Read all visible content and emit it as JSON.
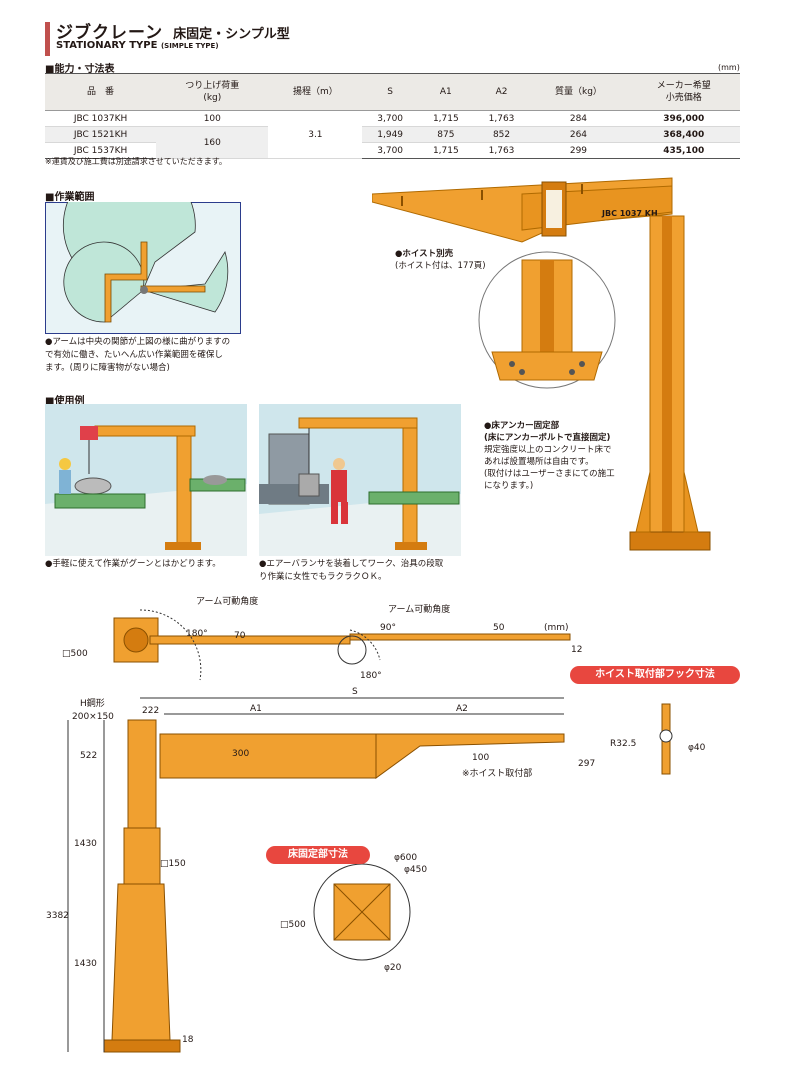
{
  "header": {
    "title_jp": "ジブクレーン",
    "subtitle_jp": "床固定・シンプル型",
    "title_en": "STATIONARY TYPE",
    "title_en_sub": "(SIMPLE TYPE)"
  },
  "spec": {
    "section_label": "■能力・寸法表",
    "unit": "(mm)",
    "headers": [
      "品　番",
      "つり上げ荷重\n(kg)",
      "揚程（m）",
      "S",
      "A1",
      "A2",
      "質量（kg）",
      "メーカー希望\n小売価格"
    ],
    "rows": [
      {
        "model": "JBC 1037KH",
        "load": "100",
        "lift": "3.1",
        "s": "3,700",
        "a1": "1,715",
        "a2": "1,763",
        "mass": "284",
        "price": "396,000"
      },
      {
        "model": "JBC 1521KH",
        "load": "160",
        "lift": "",
        "s": "1,949",
        "a1": "875",
        "a2": "852",
        "mass": "264",
        "price": "368,400"
      },
      {
        "model": "JBC 1537KH",
        "load": "",
        "lift": "",
        "s": "3,700",
        "a1": "1,715",
        "a2": "1,763",
        "mass": "299",
        "price": "435,100"
      }
    ],
    "note": "※運賃及び施工費は別途請求させていただきます。"
  },
  "work_range": {
    "section_label": "■作業範囲",
    "caption": [
      "●アームは中央の関節が上図の様に曲がりますの",
      "で有効に働き、たいへん広い作業範囲を確保し",
      "ます。(周りに障害物がない場合)"
    ]
  },
  "usage": {
    "section_label": "■使用例",
    "caption_left": "●手軽に使えて作業がグーンとはかどります。",
    "caption_right": [
      "●エアーバランサを装着してワーク、治具の段取",
      "り作業に女性でもラクラクＯＫ。"
    ]
  },
  "product": {
    "plate_label": "JBC 1037 KH",
    "hoist_title": "●ホイスト別売",
    "hoist_sub": "(ホイスト付は、177頁)",
    "anchor_title": "●床アンカー固定部",
    "anchor_sub": "(床にアンカーボルトで直接固定)",
    "anchor_desc": [
      "規定強度以上のコンクリート床で",
      "あれば設置場所は自由です。",
      "(取付けはユーザーさまにての施工",
      "になります。)"
    ]
  },
  "drawing": {
    "arm_angle_label": "アーム可動角度",
    "angle_180": "180°",
    "angle_90": "90°",
    "dim_500_sq": "□500",
    "dim_70": "70",
    "dim_50": "50",
    "dim_12": "12",
    "unit": "(mm)",
    "S": "S",
    "h_beam": "H鋼形",
    "h_beam_size": "200×150",
    "dim_222": "222",
    "A1": "A1",
    "A2": "A2",
    "dim_300": "300",
    "dim_100": "100",
    "dim_297": "297",
    "hoist_mount": "※ホイスト取付部",
    "dim_522": "522",
    "dim_1430a": "1430",
    "dim_1430b": "1430",
    "dim_3382": "3382",
    "dim_150sq": "□150",
    "dim_18": "18",
    "hook_pill": "ホイスト取付部フック寸法",
    "r32": "R32.5",
    "phi40": "φ40",
    "floor_pill": "床固定部寸法",
    "phi600": "φ600",
    "phi450": "φ450",
    "phi20": "φ20",
    "base_500": "□500"
  },
  "colors": {
    "crane": "#f0a030",
    "crane_dark": "#d47c10",
    "accent": "#e8473f",
    "wall": "#cfe6ec"
  }
}
